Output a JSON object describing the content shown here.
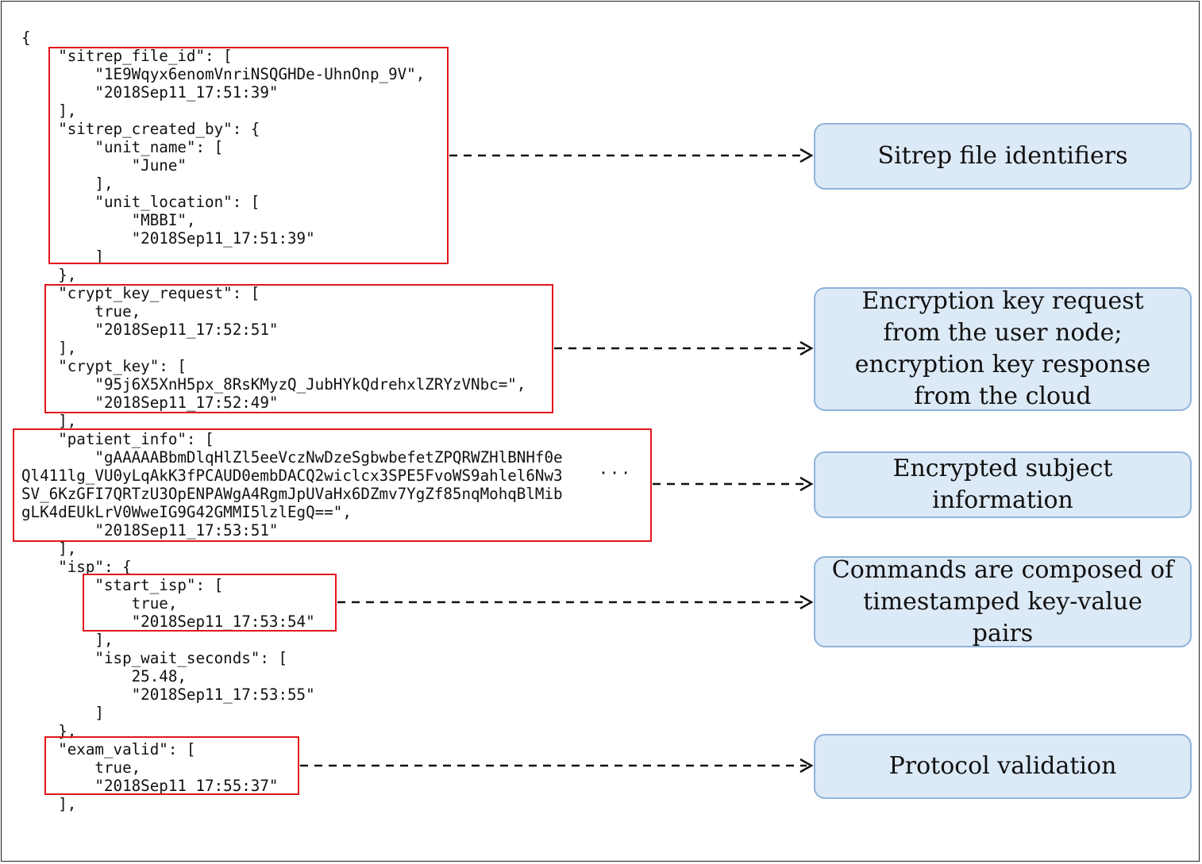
{
  "code_lines": [
    "{",
    "    \"sitrep_file_id\": [",
    "        \"1E9Wqyx6enomVnriNSQGHDe-UhnOnp_9V\",",
    "        \"2018Sep11_17:51:39\"",
    "    ],",
    "    \"sitrep_created_by\": {",
    "        \"unit_name\": [",
    "            \"June\"",
    "        ],",
    "        \"unit_location\": [",
    "            \"MBBI\",",
    "            \"2018Sep11_17:51:39\"",
    "        ]",
    "    },",
    "    \"crypt_key_request\": [",
    "        true,",
    "        \"2018Sep11_17:52:51\"",
    "    ],",
    "    \"crypt_key\": [",
    "        \"95j6X5XnH5px_8RsKMyzQ_JubHYkQdrehxlZRYzVNbc=\",",
    "        \"2018Sep11_17:52:49\"",
    "    ],",
    "    \"patient_info\": [",
    "        \"gAAAAABbmDlqHlZl5eeVczNwDzeSgbwbefetZPQRWZHlBNHf0e",
    "Ql411lg_VU0yLqAkK3fPCAUD0embDACQ2wiclcx3SPE5FvoWS9ahlel6Nw3",
    "SV_6KzGFI7QRTzU3OpENPAWgA4RgmJpUVaHx6DZmv7YgZf85nqMohqBlMib",
    "gLK4dEUkLrV0WweIG9G42GMMI5lzlEgQ==\",",
    "        \"2018Sep11_17:53:51\"",
    "    ],",
    "    \"isp\": {",
    "        \"start_isp\": [",
    "            true,",
    "            \"2018Sep11_17:53:54\"",
    "        ],",
    "        \"isp_wait_seconds\": [",
    "            25.48,",
    "            \"2018Sep11_17:53:55\"",
    "        ]",
    "    },",
    "    \"exam_valid\": [",
    "        true,",
    "        \"2018Sep11_17:55:37\"",
    "    ],"
  ],
  "ellipsis": "···",
  "labels": {
    "sitrep": "Sitrep file identifiers",
    "crypt": "Encryption key request from the user node; encryption key response from the cloud",
    "patient": "Encrypted subject information",
    "commands": "Commands are composed of timestamped key-value pairs",
    "protocol": "Protocol validation"
  },
  "colors": {
    "highlight": "#e3151b",
    "label_fill": "#dce9f6",
    "label_border": "#8fb3da"
  }
}
